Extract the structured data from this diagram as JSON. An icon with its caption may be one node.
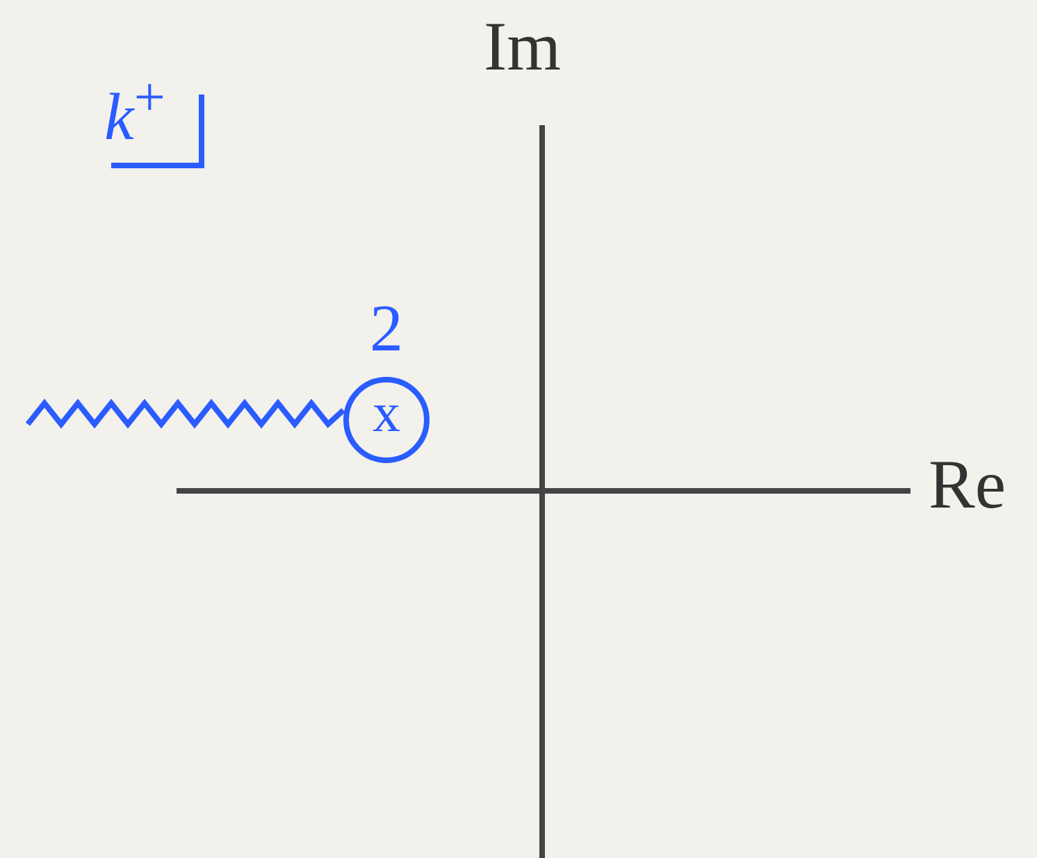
{
  "diagram": {
    "nodes": [
      {
        "text": [
          "x"
        ],
        "beside": [
          "2"
        ]
      }
    ],
    "labels": [
      "*k*$^{+}$",
      "Im",
      "Re"
    ]
  }
}
